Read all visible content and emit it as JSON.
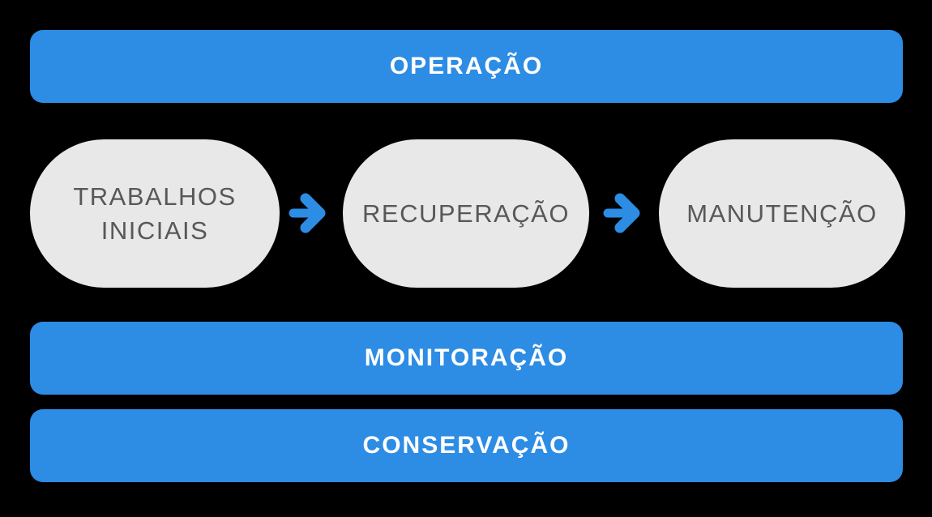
{
  "diagram": {
    "top_bar": {
      "label": "OPERAÇÃO"
    },
    "stages": [
      {
        "label": "TRABALHOS INICIAIS"
      },
      {
        "label": "RECUPERAÇÃO"
      },
      {
        "label": "MANUTENÇÃO"
      }
    ],
    "arrows": [
      {
        "icon": "right-arrow-icon"
      },
      {
        "icon": "right-arrow-icon"
      }
    ],
    "bottom_bars": [
      {
        "label": "MONITORAÇÃO"
      },
      {
        "label": "CONSERVAÇÃO"
      }
    ],
    "colors": {
      "bar_blue": "#2d8ce4",
      "bar_text": "#ffffff",
      "stage_gray": "#e8e8e8",
      "stage_text": "#58585a",
      "background": "#000000"
    }
  }
}
